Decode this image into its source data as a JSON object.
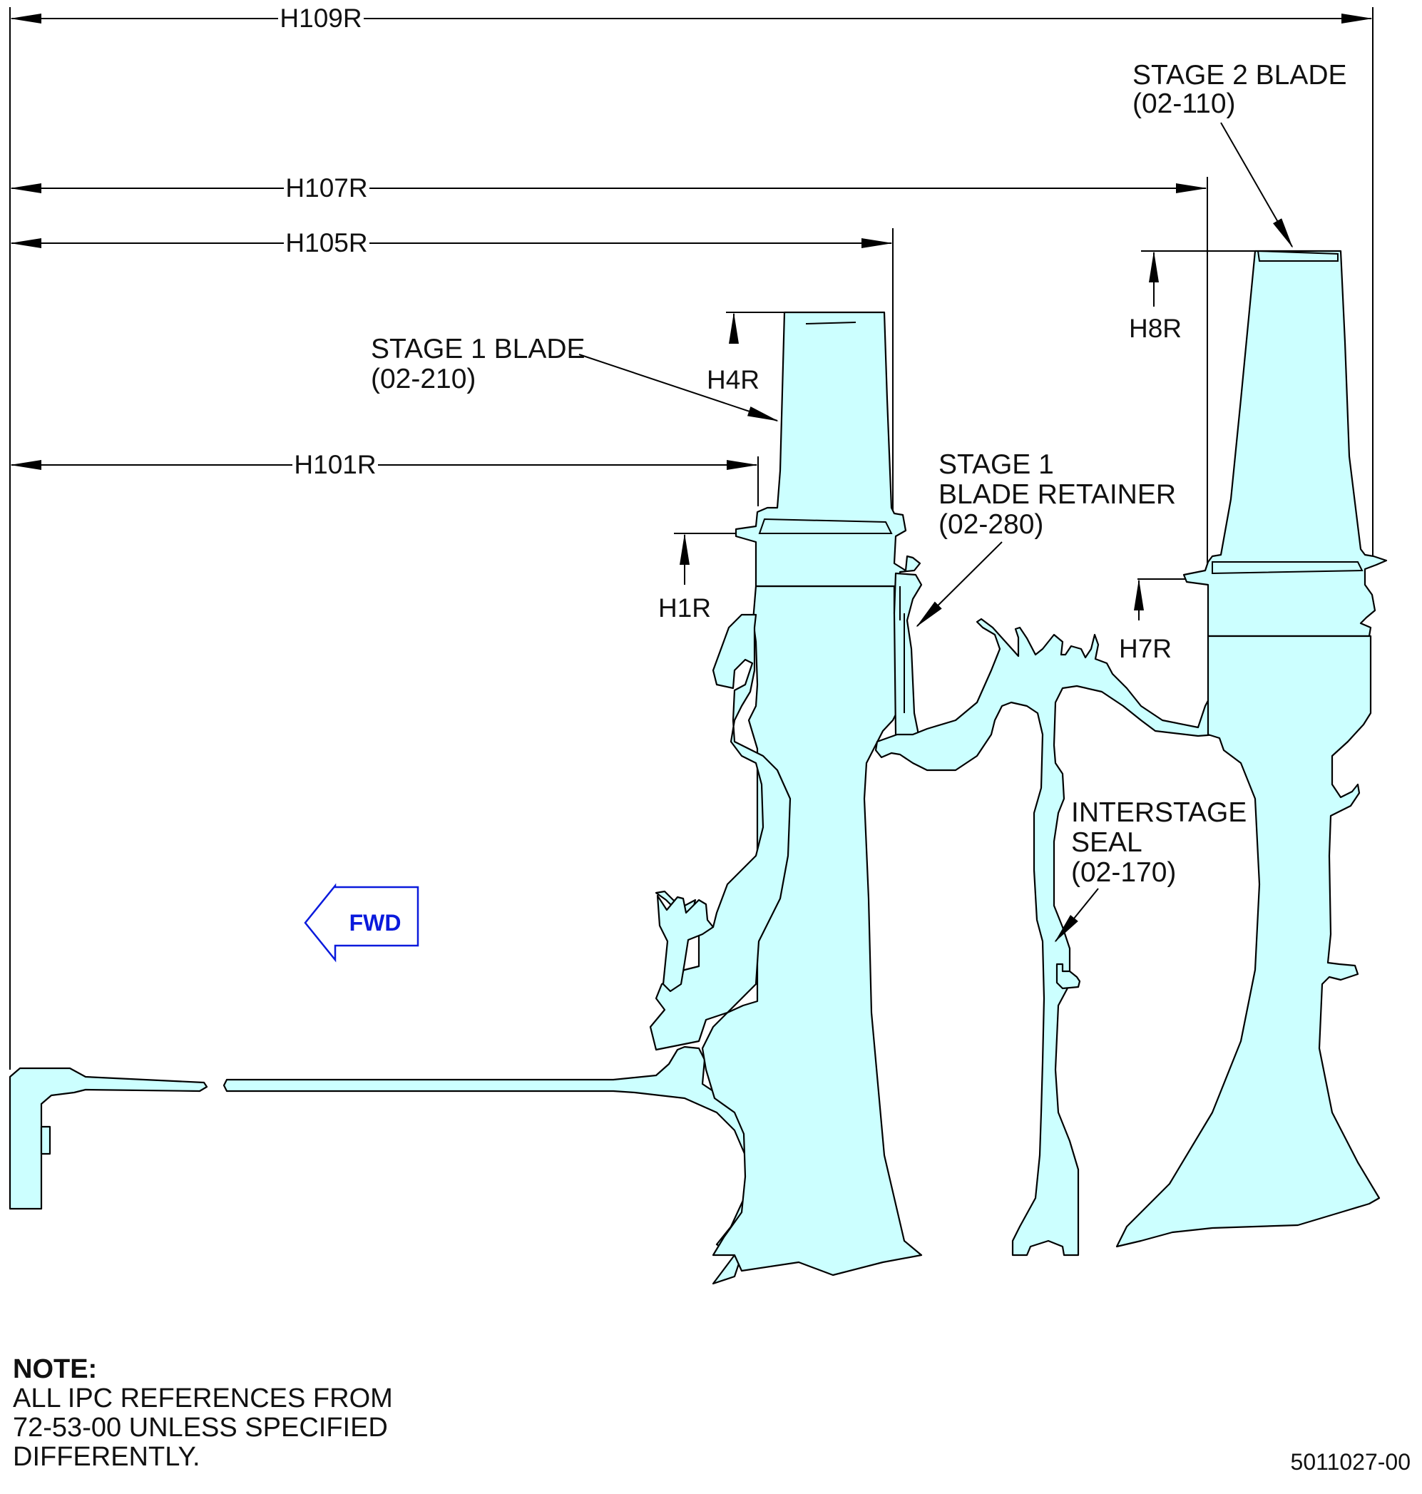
{
  "dimensions": {
    "h109r": "H109R",
    "h107r": "H107R",
    "h105r": "H105R",
    "h101r": "H101R",
    "h4r": "H4R",
    "h1r": "H1R",
    "h8r": "H8R",
    "h7r": "H7R"
  },
  "callouts": {
    "stage2_blade": [
      "STAGE 2 BLADE",
      "(02-110)"
    ],
    "stage1_blade": [
      "STAGE 1 BLADE",
      "(02-210)"
    ],
    "stage1_retainer": [
      "STAGE 1",
      "BLADE RETAINER",
      "(02-280)"
    ],
    "interstage_seal": [
      "INTERSTAGE",
      "SEAL",
      "(02-170)"
    ]
  },
  "direction": {
    "label": "FWD"
  },
  "note": {
    "heading": "NOTE:",
    "lines": [
      "ALL IPC REFERENCES FROM",
      "72-53-00 UNLESS SPECIFIED",
      "DIFFERENTLY."
    ]
  },
  "figure_id": "5011027-00",
  "colors": {
    "part_fill": "#ccffff",
    "line": "#000000",
    "fwd_arrow": "#0a1adc"
  }
}
